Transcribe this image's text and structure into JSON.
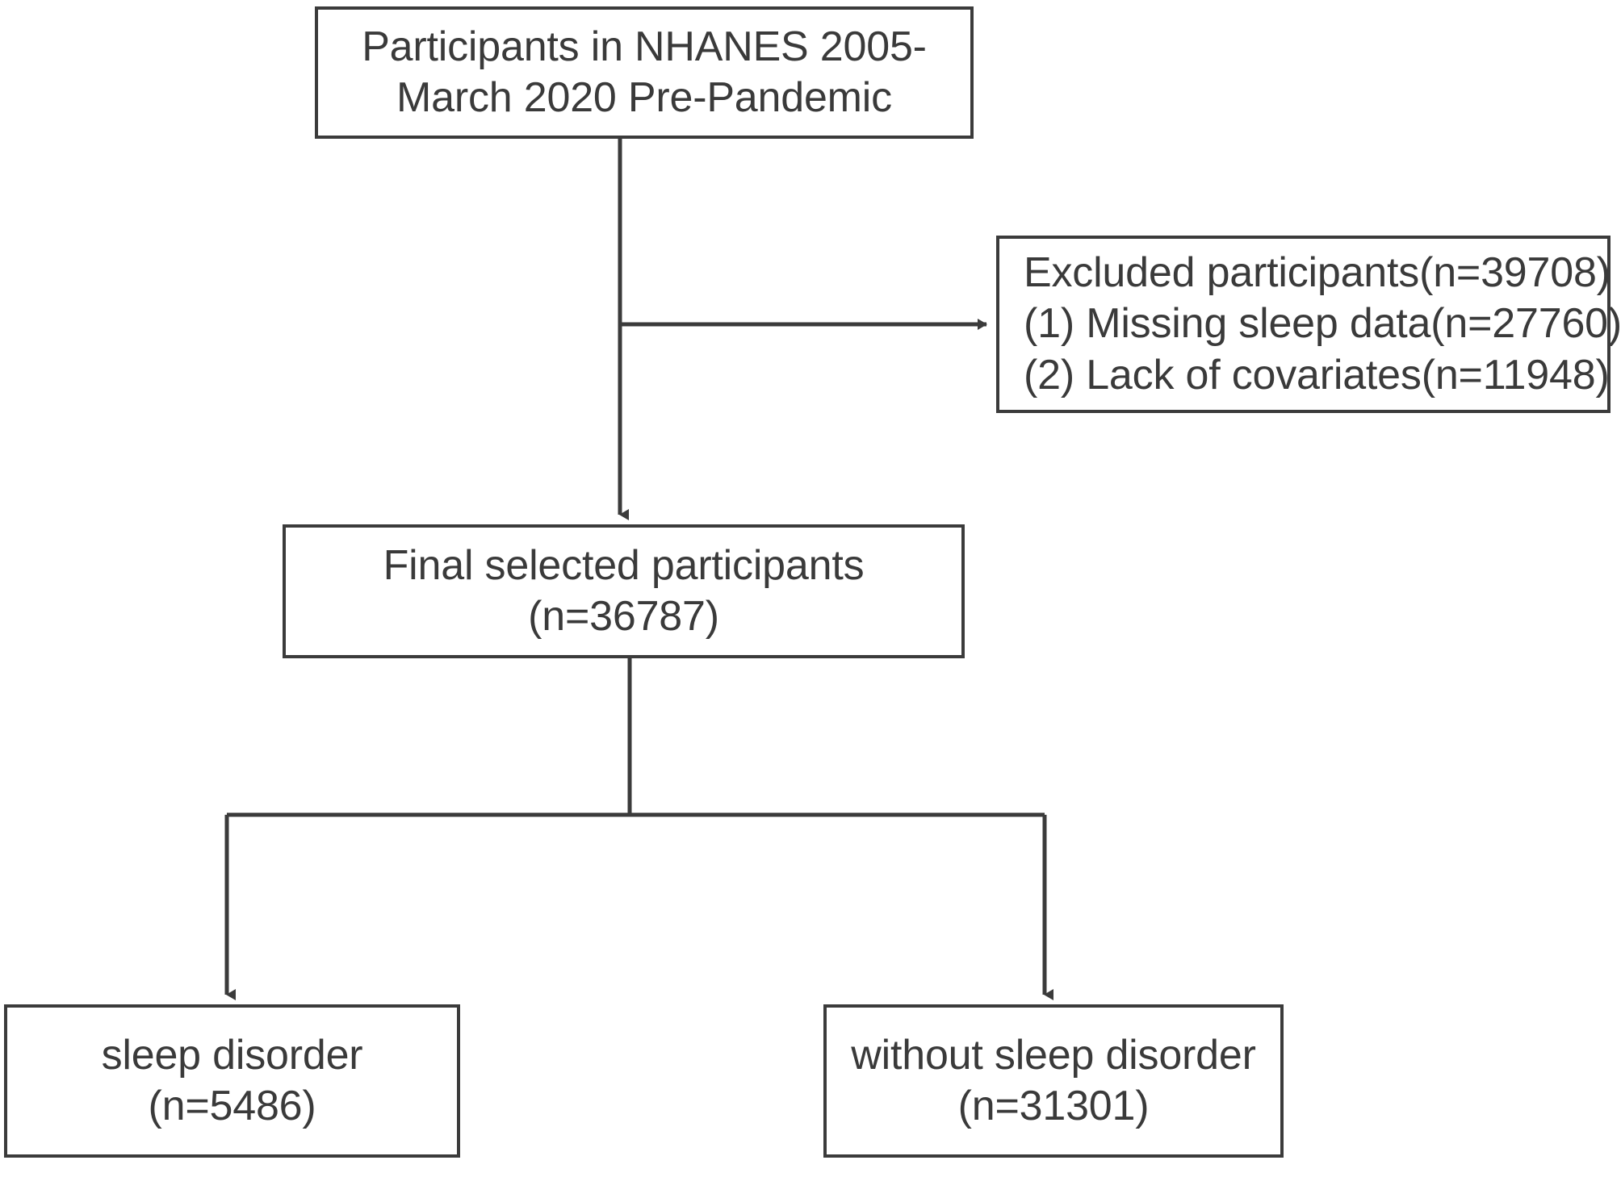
{
  "diagram": {
    "type": "flowchart",
    "title": "Participant selection flow diagram",
    "line_color": "#3b3b3b",
    "text_color": "#3a3a3a",
    "background_color": "#ffffff",
    "nodes": {
      "source": {
        "name": "source-population-box",
        "lines": [
          "Participants in NHANES 2005-",
          "March 2020 Pre-Pandemic"
        ],
        "line1": "Participants in NHANES 2005-",
        "line2": "March 2020 Pre-Pandemic"
      },
      "excluded": {
        "name": "excluded-participants-box",
        "lines": [
          "Excluded participants(n=39708)",
          "(1) Missing sleep data(n=27760)",
          "(2) Lack of covariates(n=11948)"
        ],
        "line1": "Excluded participants(n=39708)",
        "line2": "(1) Missing sleep data(n=27760)",
        "line3": "(2) Lack of covariates(n=11948)",
        "total_excluded": 39708,
        "reasons": [
          {
            "index": "(1)",
            "label": "Missing sleep data",
            "n": 27760
          },
          {
            "index": "(2)",
            "label": "Lack of covariates",
            "n": 11948
          }
        ]
      },
      "final": {
        "name": "final-selected-box",
        "lines": [
          "Final selected participants",
          "(n=36787)"
        ],
        "line1": "Final selected participants",
        "line2": "(n=36787)",
        "n": 36787
      },
      "sleep_disorder": {
        "name": "sleep-disorder-box",
        "lines": [
          "sleep disorder",
          "(n=5486)"
        ],
        "line1": "sleep disorder",
        "line2": "(n=5486)",
        "n": 5486
      },
      "without_sleep_disorder": {
        "name": "without-sleep-disorder-box",
        "lines": [
          "without sleep disorder",
          "(n=31301)"
        ],
        "line1": "without sleep disorder",
        "line2": "(n=31301)",
        "n": 31301
      }
    },
    "edges": [
      {
        "from": "source",
        "to": "excluded",
        "arrow": "right",
        "style": "elbow"
      },
      {
        "from": "source",
        "to": "final",
        "arrow": "down",
        "style": "straight"
      },
      {
        "from": "final",
        "to": "sleep_disorder",
        "arrow": "down",
        "style": "elbow"
      },
      {
        "from": "final",
        "to": "without_sleep_disorder",
        "arrow": "down",
        "style": "elbow"
      }
    ]
  }
}
